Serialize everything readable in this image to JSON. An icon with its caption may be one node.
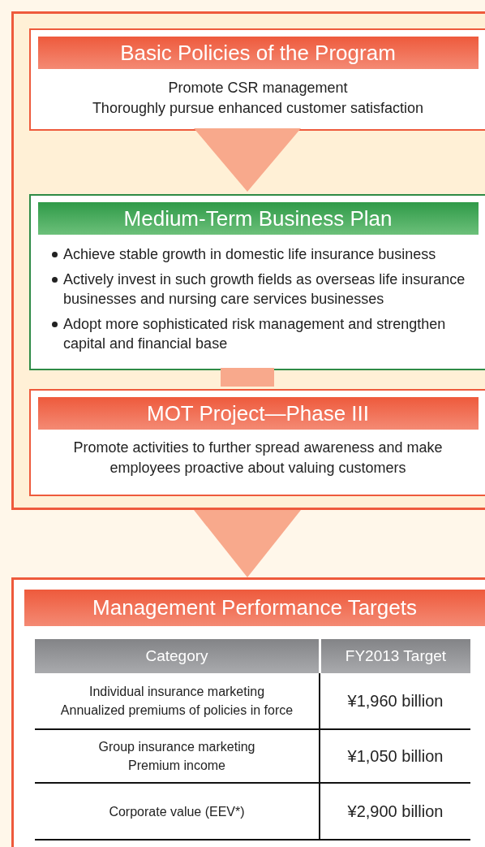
{
  "diagram": {
    "nodes": [
      {
        "text": [],
        "shape": "box"
      },
      {
        "text": [
          "Basic Policies of the Program",
          "Promote CSR management",
          "Thoroughly pursue enhanced customer satisfaction"
        ],
        "in": 0
      },
      {
        "text": [
          "Medium-Term Business Plan",
          "Achieve stable growth in domestic life insurance business",
          "Actively invest in such growth fields as overseas life insurance businesses and nursing care services businesses",
          "Adopt more sophisticated risk management and strengthen capital and financial base"
        ],
        "in": 0
      },
      {
        "text": [
          "MOT Project—Phase III",
          "Promote activities to further spread awareness and make employees proactive about valuing customers"
        ],
        "in": 0
      },
      {
        "text": [
          "Management Performance Targets"
        ]
      }
    ],
    "edges": [
      {
        "from": 1,
        "to": 2,
        "arrow": "to"
      },
      {
        "from": 2,
        "to": 3,
        "arrow": "none",
        "style": "thick"
      },
      {
        "from": 0,
        "to": 4,
        "arrow": "to"
      }
    ],
    "labels": [
      "Category",
      "FY2013 Target",
      "Individual insurance marketing",
      "Annualized premiums of policies in force",
      "¥1,960 billion",
      "Group insurance marketing",
      "Premium income",
      "¥1,050 billion",
      "Corporate value (EEV*)",
      "¥2,900 billion"
    ]
  }
}
